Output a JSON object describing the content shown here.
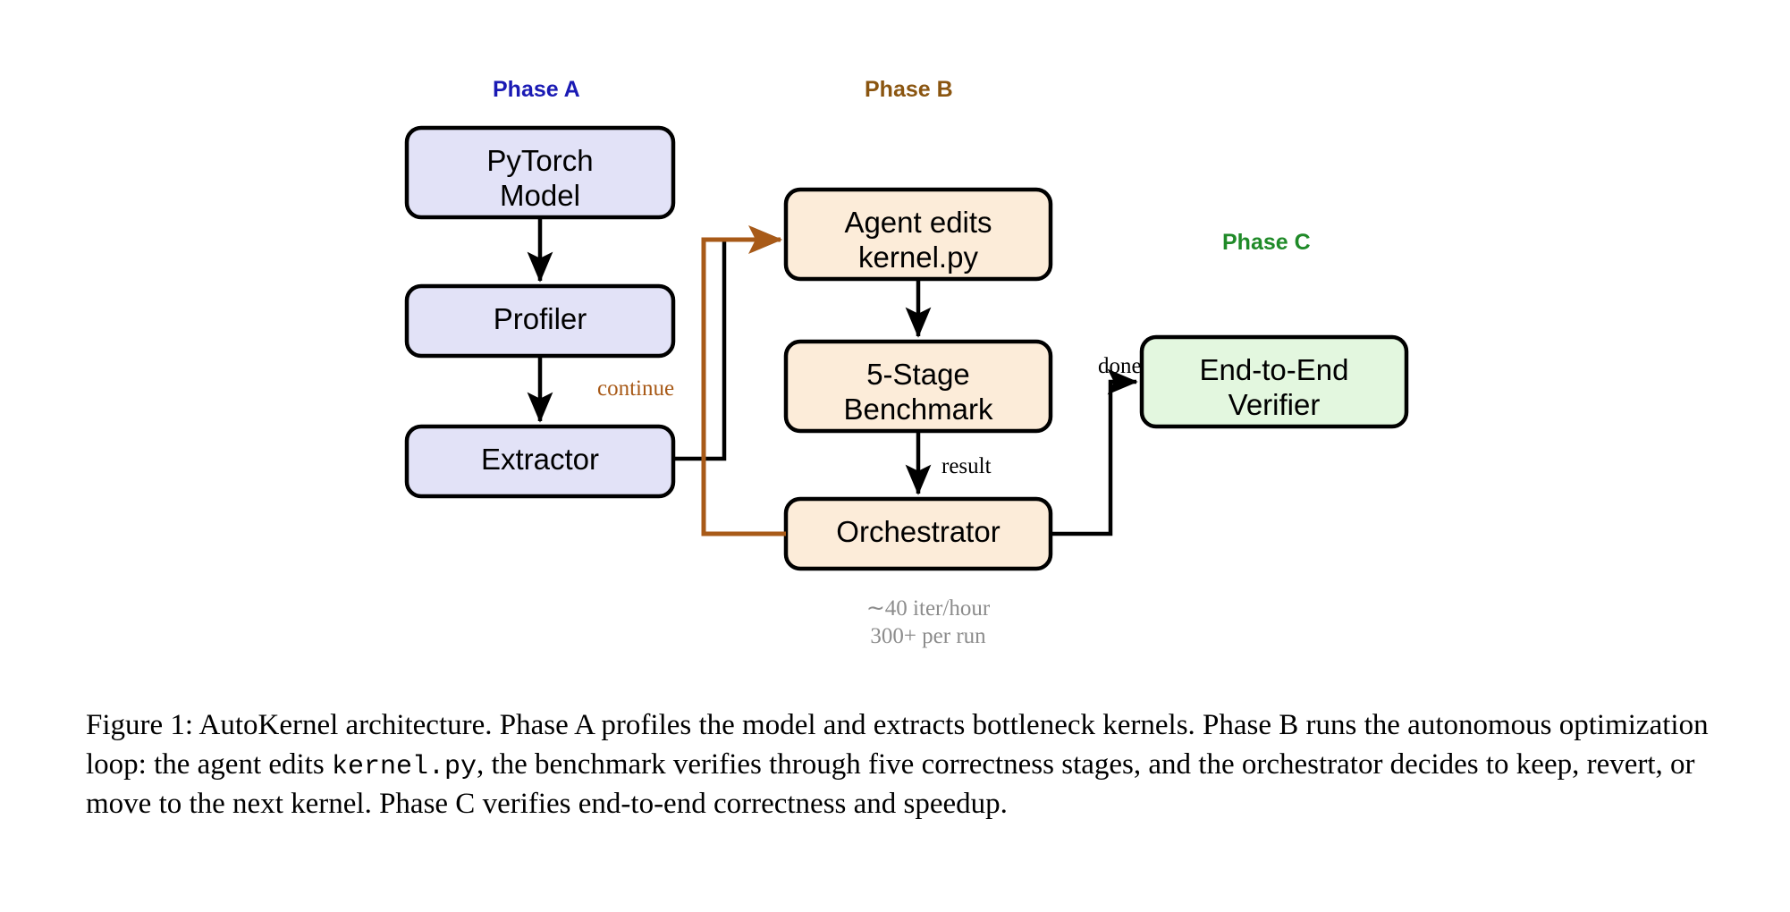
{
  "figure": {
    "phases": [
      {
        "id": "A",
        "label": "Phase A",
        "color": "#1a1ab4"
      },
      {
        "id": "B",
        "label": "Phase B",
        "color": "#8a5510"
      },
      {
        "id": "C",
        "label": "Phase C",
        "color": "#1f8a28"
      }
    ],
    "nodes": [
      {
        "id": "pytorch-model",
        "label": "PyTorch\nModel",
        "phase": "A",
        "fill": "#e2e2f7",
        "stroke": "#000000"
      },
      {
        "id": "profiler",
        "label": "Profiler",
        "phase": "A",
        "fill": "#e2e2f7",
        "stroke": "#000000"
      },
      {
        "id": "extractor",
        "label": "Extractor",
        "phase": "A",
        "fill": "#e2e2f7",
        "stroke": "#000000"
      },
      {
        "id": "agent-edits",
        "label": "Agent edits\nkernel.py",
        "phase": "B",
        "fill": "#fcecd9",
        "stroke": "#000000"
      },
      {
        "id": "benchmark",
        "label": "5-Stage\nBenchmark",
        "phase": "B",
        "fill": "#fcecd9",
        "stroke": "#000000"
      },
      {
        "id": "orchestrator",
        "label": "Orchestrator",
        "phase": "B",
        "fill": "#fcecd9",
        "stroke": "#000000"
      },
      {
        "id": "verifier",
        "label": "End-to-End\nVerifier",
        "phase": "C",
        "fill": "#e3f7df",
        "stroke": "#000000"
      }
    ],
    "edges": [
      {
        "id": "model-to-profiler",
        "from": "pytorch-model",
        "to": "profiler",
        "label": "",
        "color": "#000000"
      },
      {
        "id": "profiler-to-extractor",
        "from": "profiler",
        "to": "extractor",
        "label": "",
        "color": "#000000"
      },
      {
        "id": "extractor-to-agent",
        "from": "extractor",
        "to": "agent-edits",
        "label": "",
        "color": "#000000"
      },
      {
        "id": "agent-to-benchmark",
        "from": "agent-edits",
        "to": "benchmark",
        "label": "",
        "color": "#000000"
      },
      {
        "id": "benchmark-to-orchestrator",
        "from": "benchmark",
        "to": "orchestrator",
        "label": "result",
        "color": "#000000"
      },
      {
        "id": "orchestrator-to-agent",
        "from": "orchestrator",
        "to": "agent-edits",
        "label": "continue",
        "color": "#a85a18"
      },
      {
        "id": "orchestrator-to-verifier",
        "from": "orchestrator",
        "to": "verifier",
        "label": "done",
        "color": "#000000"
      }
    ],
    "annotations": {
      "throughput": "∼40 iter/hour\n300+ per run"
    },
    "caption": {
      "prefix": "Figure 1:  AutoKernel architecture.  Phase A profiles the model and extracts bottleneck kernels. Phase B runs the autonomous optimization loop: the agent edits ",
      "mono": "kernel.py",
      "suffix": ", the benchmark verifies through five correctness stages, and the orchestrator decides to keep, revert, or move to the next kernel. Phase C verifies end-to-end correctness and speedup."
    }
  }
}
